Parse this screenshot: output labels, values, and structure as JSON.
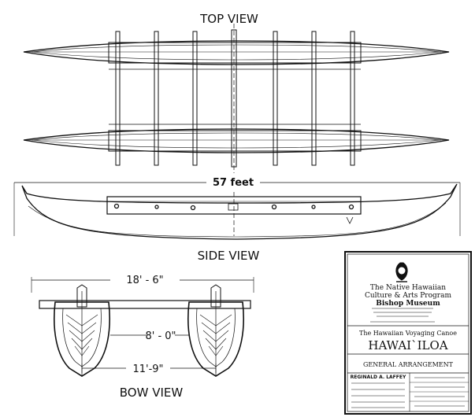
{
  "views": {
    "top": "TOP VIEW",
    "side": "SIDE VIEW",
    "bow": "BOW VIEW"
  },
  "dimensions": {
    "length": "57 feet",
    "overall_width": "18' - 6\"",
    "hull_spacing": "8' - 0\"",
    "hull_center": "11'-9\""
  },
  "title_block": {
    "org_line1": "The Native Hawaiian",
    "org_line2": "Culture & Arts Program",
    "museum": "Bishop Museum",
    "canoe_caption": "The Hawaiian Voyaging Canoe",
    "canoe_name": "HAWAI`ILOA",
    "drawing_title": "GENERAL ARRANGEMENT",
    "designer": "REGINALD A. LAFFEY"
  },
  "colors": {
    "ink": "#111111",
    "paper": "#ffffff"
  }
}
